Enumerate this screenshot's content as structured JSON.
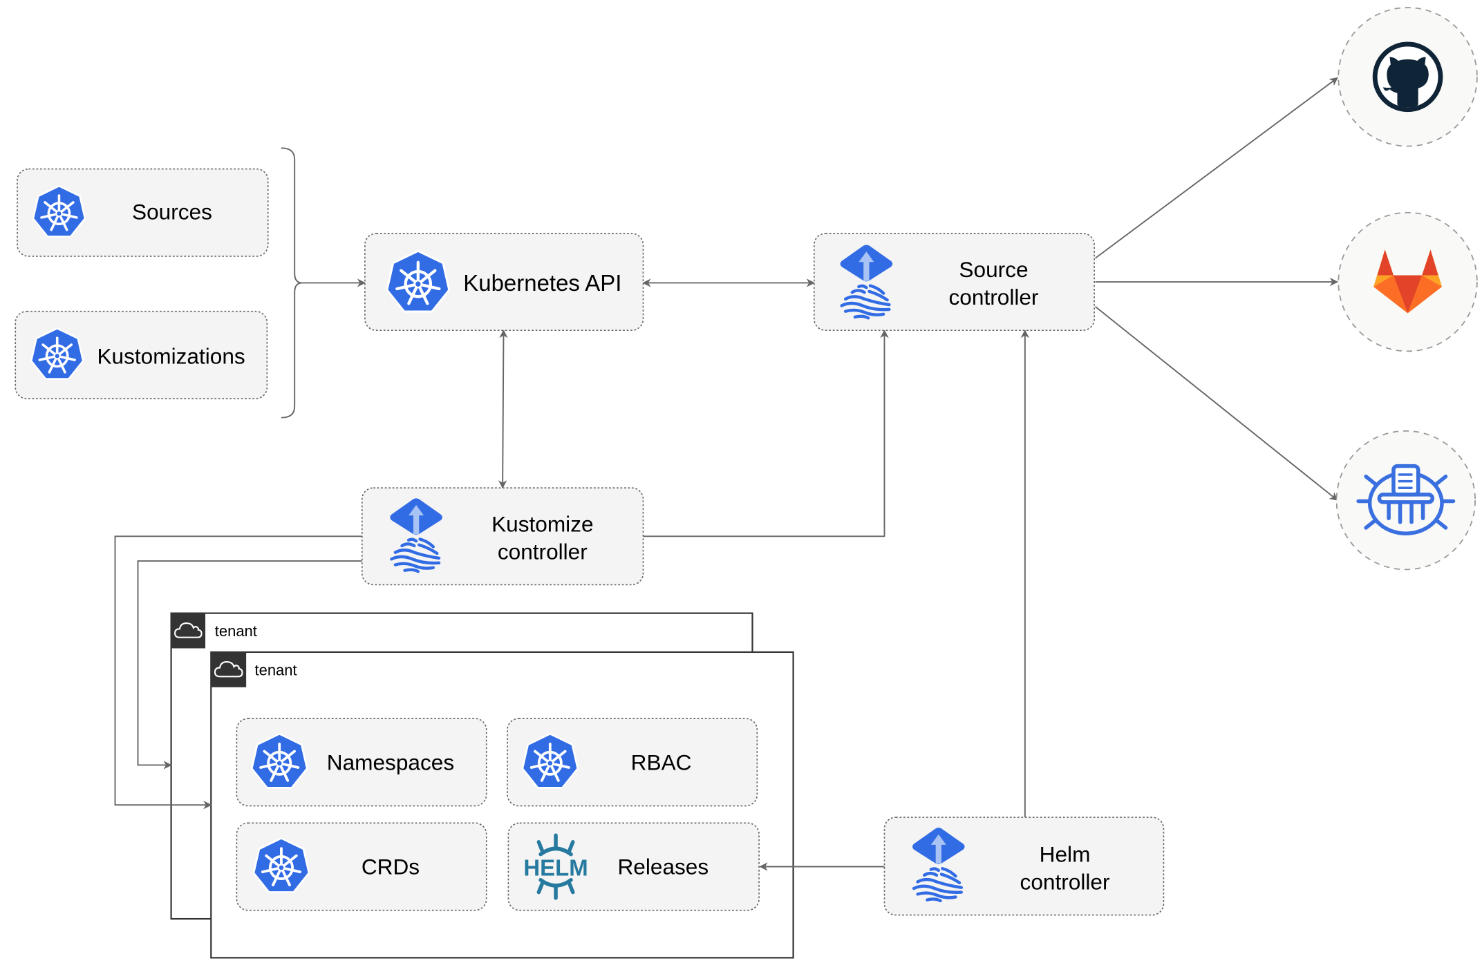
{
  "nodes": {
    "sources": {
      "label": "Sources",
      "icon": "kubernetes-icon"
    },
    "kustomizations": {
      "label": "Kustomizations",
      "icon": "kubernetes-icon"
    },
    "kubernetes_api": {
      "label": "Kubernetes API",
      "icon": "kubernetes-icon"
    },
    "source_controller": {
      "line1": "Source",
      "line2": "controller",
      "icon": "flux-icon"
    },
    "kustomize_controller": {
      "line1": "Kustomize",
      "line2": "controller",
      "icon": "flux-icon"
    },
    "helm_controller": {
      "line1": "Helm",
      "line2": "controller",
      "icon": "flux-icon"
    },
    "namespaces": {
      "label": "Namespaces",
      "icon": "kubernetes-icon"
    },
    "rbac": {
      "label": "RBAC",
      "icon": "kubernetes-icon"
    },
    "crds": {
      "label": "CRDs",
      "icon": "kubernetes-icon"
    },
    "releases": {
      "label": "Releases",
      "icon": "helm-icon",
      "logo_text": "HELM"
    }
  },
  "tenants": [
    {
      "label": "tenant",
      "icon": "cloud-icon"
    },
    {
      "label": "tenant",
      "icon": "cloud-icon"
    }
  ],
  "external_sources": [
    {
      "icon": "github-icon"
    },
    {
      "icon": "gitlab-icon"
    },
    {
      "icon": "helm-repository-icon"
    }
  ],
  "colors": {
    "kubernetes_blue": "#326ce5",
    "helm_teal": "#277a9f",
    "github_dark": "#0f2436",
    "gitlab_orange": "#e24329",
    "gitlab_light": "#fca326",
    "edge_gray": "#666666",
    "node_fill": "#f4f4f4"
  }
}
